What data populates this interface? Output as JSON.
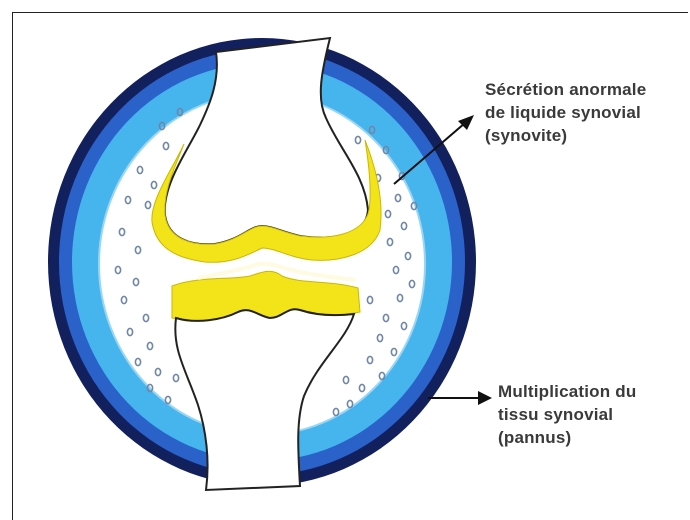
{
  "labels": {
    "secretion": {
      "line1": "Sécrétion anormale",
      "line2": "de liquide synovial",
      "line3": "(synovite)"
    },
    "multiplication": {
      "line1": "Multiplication du",
      "line2": "tissu synovial",
      "line3": "(pannus)"
    }
  },
  "colors": {
    "outer_ring": "#13205e",
    "middle_ring": "#2a62c9",
    "inner_ring": "#3fb0ea",
    "synovial_fluid": "#ffffff",
    "cartilage": "#f3e41a",
    "bone": "#ffffff",
    "outline": "#222222"
  }
}
